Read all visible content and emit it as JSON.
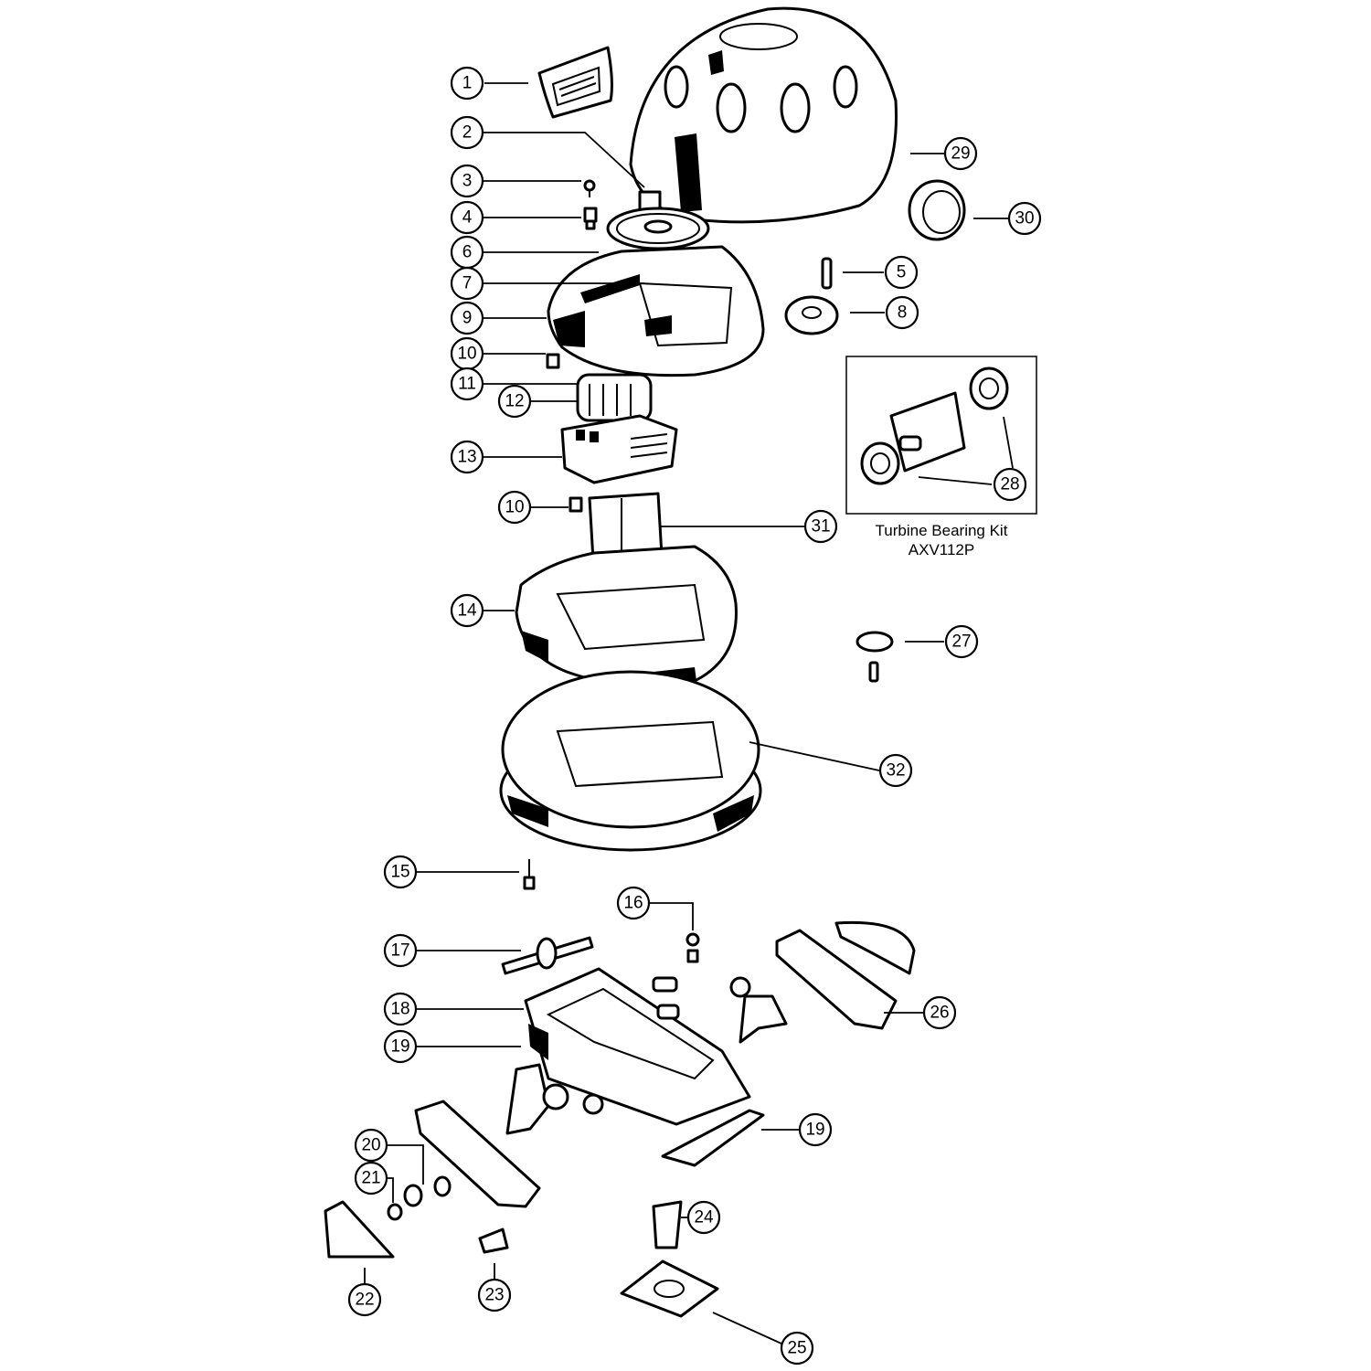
{
  "callouts": [
    "1",
    "2",
    "3",
    "4",
    "5",
    "6",
    "7",
    "8",
    "9",
    "10",
    "10",
    "11",
    "12",
    "13",
    "14",
    "15",
    "16",
    "17",
    "18",
    "19",
    "19",
    "20",
    "21",
    "22",
    "23",
    "24",
    "25",
    "26",
    "27",
    "28",
    "29",
    "30",
    "31",
    "32"
  ],
  "kit": {
    "title": "Turbine Bearing Kit",
    "part_number": "AXV112P"
  },
  "colors": {
    "ink": "#000000",
    "paper": "#ffffff"
  }
}
